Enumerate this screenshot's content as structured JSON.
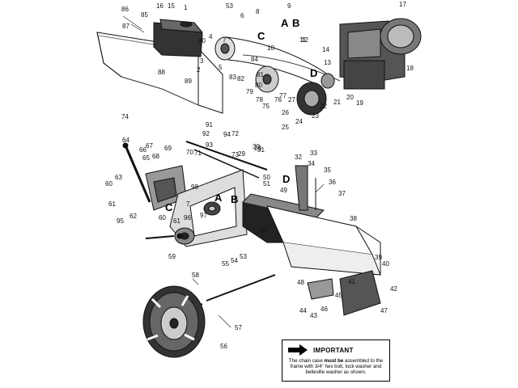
{
  "callouts": [
    {
      "id": "1",
      "text": "1"
    },
    {
      "id": "2",
      "text": "2"
    },
    {
      "id": "3",
      "text": "3"
    },
    {
      "id": "4",
      "text": "4"
    },
    {
      "id": "5",
      "text": "5"
    },
    {
      "id": "6",
      "text": "6"
    },
    {
      "id": "7a",
      "text": "7"
    },
    {
      "id": "7b",
      "text": "7"
    },
    {
      "id": "8",
      "text": "8"
    },
    {
      "id": "9",
      "text": "9"
    },
    {
      "id": "10",
      "text": "10"
    },
    {
      "id": "11",
      "text": "11"
    },
    {
      "id": "12",
      "text": "12"
    },
    {
      "id": "13",
      "text": "13"
    },
    {
      "id": "14",
      "text": "14"
    },
    {
      "id": "15",
      "text": "15"
    },
    {
      "id": "16",
      "text": "16"
    },
    {
      "id": "17",
      "text": "17"
    },
    {
      "id": "18",
      "text": "18"
    },
    {
      "id": "19",
      "text": "19"
    },
    {
      "id": "20",
      "text": "20"
    },
    {
      "id": "21",
      "text": "21"
    },
    {
      "id": "22",
      "text": "22"
    },
    {
      "id": "23",
      "text": "23"
    },
    {
      "id": "24",
      "text": "24"
    },
    {
      "id": "25",
      "text": "25"
    },
    {
      "id": "26",
      "text": "26"
    },
    {
      "id": "27",
      "text": "27"
    },
    {
      "id": "28",
      "text": "28"
    },
    {
      "id": "29",
      "text": "29"
    },
    {
      "id": "30",
      "text": "30"
    },
    {
      "id": "31",
      "text": "31"
    },
    {
      "id": "32",
      "text": "32"
    },
    {
      "id": "33",
      "text": "33"
    },
    {
      "id": "34",
      "text": "34"
    },
    {
      "id": "35",
      "text": "35"
    },
    {
      "id": "36",
      "text": "36"
    },
    {
      "id": "37",
      "text": "37"
    },
    {
      "id": "38",
      "text": "38"
    },
    {
      "id": "39",
      "text": "39"
    },
    {
      "id": "40",
      "text": "40"
    },
    {
      "id": "41",
      "text": "41"
    },
    {
      "id": "42",
      "text": "42"
    },
    {
      "id": "43",
      "text": "43"
    },
    {
      "id": "44",
      "text": "44"
    },
    {
      "id": "45",
      "text": "45"
    },
    {
      "id": "46",
      "text": "46"
    },
    {
      "id": "47",
      "text": "47"
    },
    {
      "id": "48",
      "text": "48"
    },
    {
      "id": "49",
      "text": "49"
    },
    {
      "id": "50",
      "text": "50"
    },
    {
      "id": "51",
      "text": "51"
    },
    {
      "id": "52",
      "text": "52"
    },
    {
      "id": "53a",
      "text": "53"
    },
    {
      "id": "53b",
      "text": "53"
    },
    {
      "id": "54",
      "text": "54"
    },
    {
      "id": "55",
      "text": "55"
    },
    {
      "id": "56",
      "text": "56"
    },
    {
      "id": "57",
      "text": "57"
    },
    {
      "id": "58",
      "text": "58"
    },
    {
      "id": "59",
      "text": "59"
    },
    {
      "id": "60a",
      "text": "60"
    },
    {
      "id": "60b",
      "text": "60"
    },
    {
      "id": "61a",
      "text": "61"
    },
    {
      "id": "61b",
      "text": "61"
    },
    {
      "id": "62",
      "text": "62"
    },
    {
      "id": "63",
      "text": "63"
    },
    {
      "id": "64",
      "text": "64"
    },
    {
      "id": "65",
      "text": "65"
    },
    {
      "id": "66",
      "text": "66"
    },
    {
      "id": "67",
      "text": "67"
    },
    {
      "id": "68",
      "text": "68"
    },
    {
      "id": "69",
      "text": "69"
    },
    {
      "id": "70",
      "text": "70"
    },
    {
      "id": "71",
      "text": "71"
    },
    {
      "id": "72",
      "text": "72"
    },
    {
      "id": "73",
      "text": "73"
    },
    {
      "id": "74",
      "text": "74"
    },
    {
      "id": "75",
      "text": "75"
    },
    {
      "id": "76",
      "text": "76"
    },
    {
      "id": "77",
      "text": "77"
    },
    {
      "id": "78",
      "text": "78"
    },
    {
      "id": "79",
      "text": "79"
    },
    {
      "id": "80",
      "text": "80"
    },
    {
      "id": "81",
      "text": "81"
    },
    {
      "id": "82",
      "text": "82"
    },
    {
      "id": "83",
      "text": "83"
    },
    {
      "id": "84",
      "text": "84"
    },
    {
      "id": "85",
      "text": "85"
    },
    {
      "id": "86",
      "text": "86"
    },
    {
      "id": "87",
      "text": "87"
    },
    {
      "id": "88",
      "text": "88"
    },
    {
      "id": "89",
      "text": "89"
    },
    {
      "id": "90",
      "text": "90"
    },
    {
      "id": "91",
      "text": "91"
    },
    {
      "id": "92",
      "text": "92"
    },
    {
      "id": "93",
      "text": "93"
    },
    {
      "id": "94",
      "text": "94"
    },
    {
      "id": "95",
      "text": "95"
    },
    {
      "id": "96",
      "text": "96"
    },
    {
      "id": "97",
      "text": "97"
    },
    {
      "id": "98",
      "text": "98"
    }
  ],
  "group_letters": [
    {
      "id": "A1",
      "text": "A"
    },
    {
      "id": "B1",
      "text": "B"
    },
    {
      "id": "C1",
      "text": "C"
    },
    {
      "id": "D1",
      "text": "D"
    },
    {
      "id": "A2",
      "text": "A"
    },
    {
      "id": "B2",
      "text": "B"
    },
    {
      "id": "C2",
      "text": "C"
    },
    {
      "id": "D2",
      "text": "D"
    }
  ],
  "notice": {
    "icon": "right-arrow-icon",
    "title": "IMPORTANT",
    "body_pre": "The chain case ",
    "body_bold": "must be",
    "body_post": " assembled to the frame with 3/4\" hex bolt, lock washer and belleville washer as shown."
  }
}
